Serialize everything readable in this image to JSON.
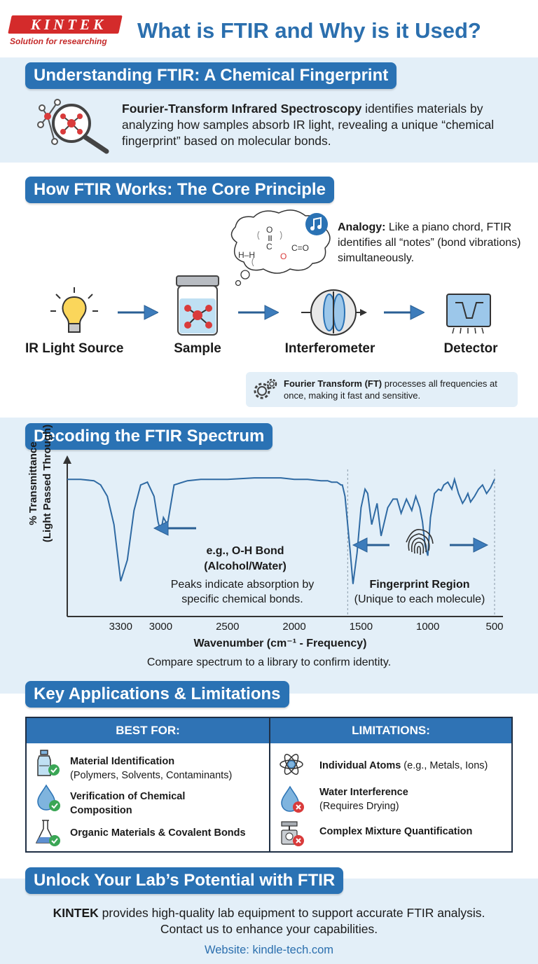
{
  "header": {
    "logo_text": "KINTEK",
    "logo_tagline": "Solution for researching",
    "title": "What is FTIR and Why is it Used?"
  },
  "section1": {
    "heading": "Understanding FTIR: A Chemical Fingerprint",
    "text_bold": "Fourier-Transform Infrared Spectroscopy",
    "text_rest": " identifies materials by analyzing how samples absorb IR light, revealing a unique “chemical fingerprint” based on molecular bonds.",
    "icon": "molecule-magnifier-icon"
  },
  "section2": {
    "heading": "How FTIR Works: The Core Principle",
    "analogy_bold": "Analogy:",
    "analogy_rest": " Like a piano chord, FTIR identifies all “notes” (bond vibrations) simultaneously.",
    "thought_molecule": {
      "h": "H–H",
      "c": "C",
      "o_top": "O",
      "o_mid": "O",
      "co": "C=O"
    },
    "steps": [
      {
        "label": "IR Light Source",
        "icon": "lightbulb-icon"
      },
      {
        "label": "Sample",
        "icon": "sample-jar-icon"
      },
      {
        "label": "Interferometer",
        "icon": "interferometer-icon"
      },
      {
        "label": "Detector",
        "icon": "detector-icon"
      }
    ],
    "ft_note_bold": "Fourier Transform (FT)",
    "ft_note_rest": " processes all frequencies at once, making it fast and sensitive."
  },
  "section3": {
    "heading": "Decoding the FTIR Spectrum",
    "ylabel_line1": "% Transmittance",
    "ylabel_line2": "(Light Passed Through)",
    "xlabel": "Wavenumber (cm⁻¹ - Frequency)",
    "annotation_oh_line1": "e.g., O-H Bond",
    "annotation_oh_line2": "(Alcohol/Water)",
    "annotation_peaks_line1": "Peaks indicate absorption by",
    "annotation_peaks_line2": "specific chemical bonds.",
    "fingerprint_title": "Fingerprint Region",
    "fingerprint_sub": "(Unique to each molecule)",
    "caption": "Compare spectrum to a library to confirm identity."
  },
  "chart_data": {
    "type": "line",
    "title": "",
    "xlabel": "Wavenumber (cm⁻¹ - Frequency)",
    "ylabel": "% Transmittance (Light Passed Through)",
    "xlim": [
      3700,
      500
    ],
    "ylim": [
      0,
      100
    ],
    "x_reversed": true,
    "x_ticks": [
      3300,
      3000,
      2500,
      2000,
      1500,
      1000,
      500
    ],
    "grid": false,
    "series": [
      {
        "values_x": [
          3700,
          3600,
          3500,
          3450,
          3400,
          3350,
          3300,
          3250,
          3200,
          3150,
          3100,
          3050,
          3020,
          3000,
          2980,
          2950,
          2900,
          2800,
          2700,
          2600,
          2500,
          2300,
          2100,
          2000,
          1900,
          1800,
          1750,
          1720,
          1700,
          1680,
          1650,
          1640,
          1620,
          1600,
          1580,
          1560,
          1530,
          1500,
          1470,
          1450,
          1420,
          1380,
          1350,
          1300,
          1260,
          1230,
          1200,
          1160,
          1120,
          1090,
          1060,
          1040,
          1020,
          1000,
          980,
          950,
          920,
          900,
          880,
          850,
          820,
          800,
          770,
          740,
          720,
          700,
          680,
          650,
          620,
          590,
          560,
          530,
          500
        ],
        "values_y": [
          92,
          92,
          91,
          88,
          80,
          60,
          20,
          35,
          70,
          88,
          90,
          80,
          62,
          55,
          65,
          60,
          88,
          91,
          92,
          92,
          92,
          93,
          93,
          92,
          92,
          91,
          91,
          90,
          90,
          90,
          88,
          88,
          80,
          60,
          40,
          18,
          40,
          72,
          85,
          82,
          60,
          75,
          52,
          72,
          78,
          78,
          68,
          78,
          70,
          80,
          72,
          62,
          45,
          38,
          65,
          82,
          85,
          84,
          88,
          90,
          85,
          92,
          82,
          75,
          78,
          82,
          76,
          80,
          85,
          88,
          82,
          86,
          92
        ]
      }
    ]
  },
  "section4": {
    "heading": "Key Applications & Limitations",
    "best_header": "BEST FOR:",
    "limit_header": "LIMITATIONS:",
    "best": [
      {
        "title": "Material Identification",
        "sub": "(Polymers, Solvents, Contaminants)",
        "icon": "bottle-check-icon"
      },
      {
        "title": "Verification of Chemical Composition",
        "sub": "",
        "icon": "drop-check-icon"
      },
      {
        "title": "Organic Materials & Covalent Bonds",
        "sub": "",
        "icon": "flask-check-icon"
      }
    ],
    "limits": [
      {
        "title": "Individual Atoms",
        "sub": " (e.g., Metals, Ions)",
        "icon": "atom-icon"
      },
      {
        "title": "Water Interference",
        "sub": "(Requires Drying)",
        "icon": "drop-x-icon"
      },
      {
        "title": "Complex Mixture Quantification",
        "sub": "",
        "icon": "scale-x-icon"
      }
    ]
  },
  "section5": {
    "heading": "Unlock Your Lab’s Potential with FTIR",
    "text_bold": "KINTEK",
    "text_rest": " provides high-quality lab equipment to support accurate FTIR analysis.",
    "text_line2": "Contact us to enhance your capabilities.",
    "website": "Website: kindle-tech.com"
  },
  "colors": {
    "brand_blue": "#2a72b4",
    "title_blue": "#2b6fae",
    "band": "#e3eff8",
    "logo_red": "#d42b2b",
    "check_green": "#3aa655",
    "x_red": "#d93b3b"
  }
}
